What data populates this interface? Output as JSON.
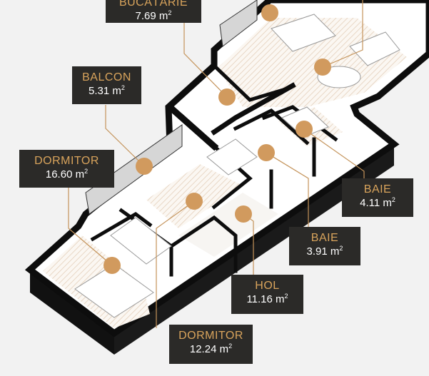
{
  "rooms": [
    {
      "key": "bucatarie",
      "name": "BUCĂTĂRIE",
      "area": "7.69",
      "unit": "m",
      "exp": "2"
    },
    {
      "key": "balcon",
      "name": "BALCON",
      "area": "5.31",
      "unit": "m",
      "exp": "2"
    },
    {
      "key": "dormitor1",
      "name": "DORMITOR",
      "area": "16.60",
      "unit": "m",
      "exp": "2"
    },
    {
      "key": "baie1",
      "name": "BAIE",
      "area": "4.11",
      "unit": "m",
      "exp": "2"
    },
    {
      "key": "baie2",
      "name": "BAIE",
      "area": "3.91",
      "unit": "m",
      "exp": "2"
    },
    {
      "key": "hol",
      "name": "HOL",
      "area": "11.16",
      "unit": "m",
      "exp": "2"
    },
    {
      "key": "dormitor2",
      "name": "DORMITOR",
      "area": "12.24",
      "unit": "m",
      "exp": "2"
    }
  ],
  "colors": {
    "marker": "#d19a5e",
    "leader": "#c4935a",
    "wall": "#0d0d0d",
    "floor": "#ffffff",
    "label_bg": "#2b2a28",
    "label_name": "#d9a45c",
    "label_area": "#ffffff",
    "background": "#f2f2f2"
  }
}
